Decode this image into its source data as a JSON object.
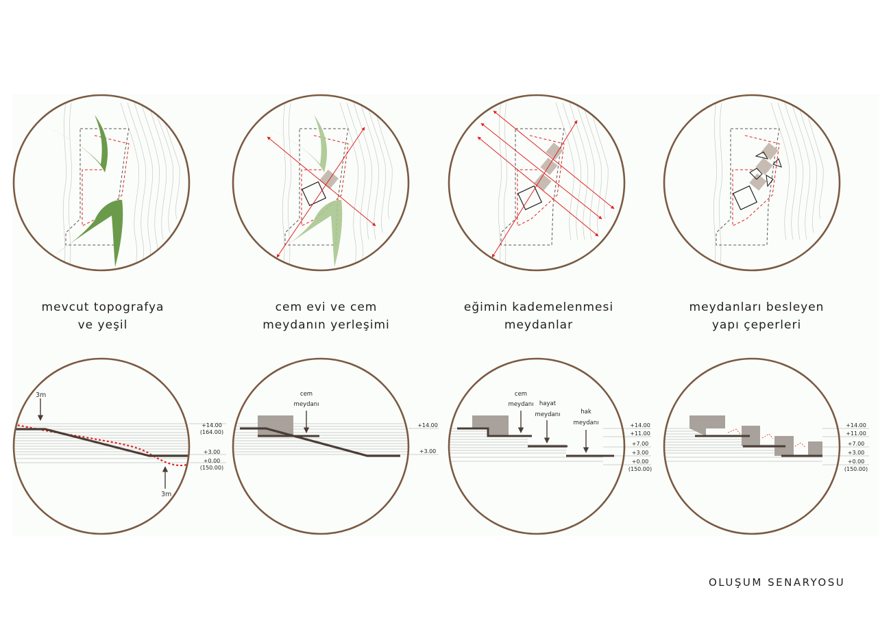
{
  "colors": {
    "ring": "#7a5a43",
    "leaf_green": "#6b9a4a",
    "leaf_light": "#a8c78f",
    "red_axis": "#e02020",
    "ground_line": "#4a3d35",
    "building_fill": "#a8a19c",
    "contour": "#c9c9c9",
    "sheet": "#fbfdfa"
  },
  "panels": [
    {
      "caption_lines": [
        "mevcut  topografya",
        "ve yeşil"
      ]
    },
    {
      "caption_lines": [
        "cem evi ve cem",
        "meydanın yerleşimi"
      ]
    },
    {
      "caption_lines": [
        "eğimin kademelenmesi",
        "meydanlar"
      ]
    },
    {
      "caption_lines": [
        "meydanları besleyen",
        "yapı çeperleri"
      ]
    }
  ],
  "sections": [
    {
      "dimension_labels": [
        "3m",
        "3m"
      ],
      "level_labels": [
        "+14.00",
        "(164.00)",
        "+3.00",
        "+0.00",
        "(150.00)"
      ]
    },
    {
      "callouts": [
        [
          "cem",
          "meydanı"
        ]
      ],
      "level_labels": [
        "+14.00",
        "+3.00"
      ]
    },
    {
      "callouts": [
        [
          "cem",
          "meydanı"
        ],
        [
          "hayat",
          "meydanı"
        ],
        [
          "hak",
          "meydanı"
        ]
      ],
      "level_labels": [
        "+14.00",
        "+11.00",
        "+7.00",
        "+3.00",
        "+0.00",
        "(150.00)"
      ]
    },
    {
      "level_labels": [
        "+14.00",
        "+11.00",
        "+7.00",
        "+3.00",
        "+0.00",
        "(150.00)"
      ]
    }
  ],
  "footer": {
    "title": "OLUŞUM SENARYOSU"
  }
}
